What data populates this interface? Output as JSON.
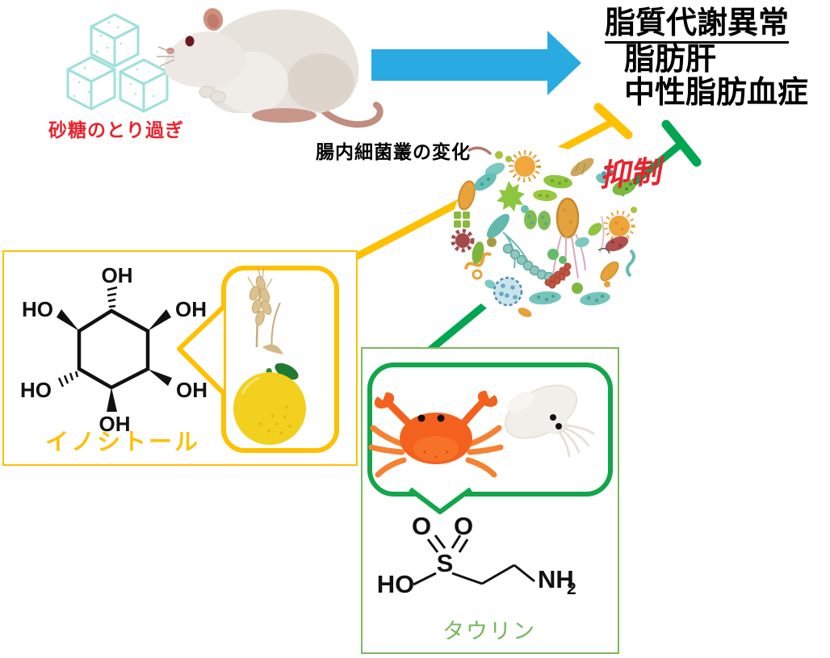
{
  "figure": {
    "cause_label": "砂糖のとり過ぎ",
    "process_label": "腸内細菌叢の変化",
    "suppression_label": "抑制",
    "outcome_title": "脂質代謝異常",
    "outcome_item_1": "脂肪肝",
    "outcome_item_2": "中性脂肪血症"
  },
  "inositol": {
    "name": "イノシトール",
    "atom_top": "OH",
    "atom_upper_left": "HO",
    "atom_upper_right": "OH",
    "atom_lower_left": "HO",
    "atom_lower_right": "OH",
    "atom_bottom": "OH"
  },
  "taurine": {
    "name": "タウリン",
    "atom_o_left": "O",
    "atom_o_right": "O",
    "atom_s": "S",
    "atom_ho": "HO",
    "atom_n": "NH",
    "atom_n_sub": "2"
  },
  "colors": {
    "arrow_blue": "#29ABE2",
    "accent_yellow": "#FFC000",
    "accent_green": "#00A651",
    "box_green": "#7DB85B",
    "alert_red": "#E8232D"
  },
  "icons": {
    "sugar": "sugar-cubes-icon",
    "animal": "rat-icon",
    "microbiota": "gut-microbiota-icon",
    "wheat": "wheat-icon",
    "citrus": "yuzu-citrus-icon",
    "crab": "crab-icon",
    "squid": "squid-icon"
  }
}
